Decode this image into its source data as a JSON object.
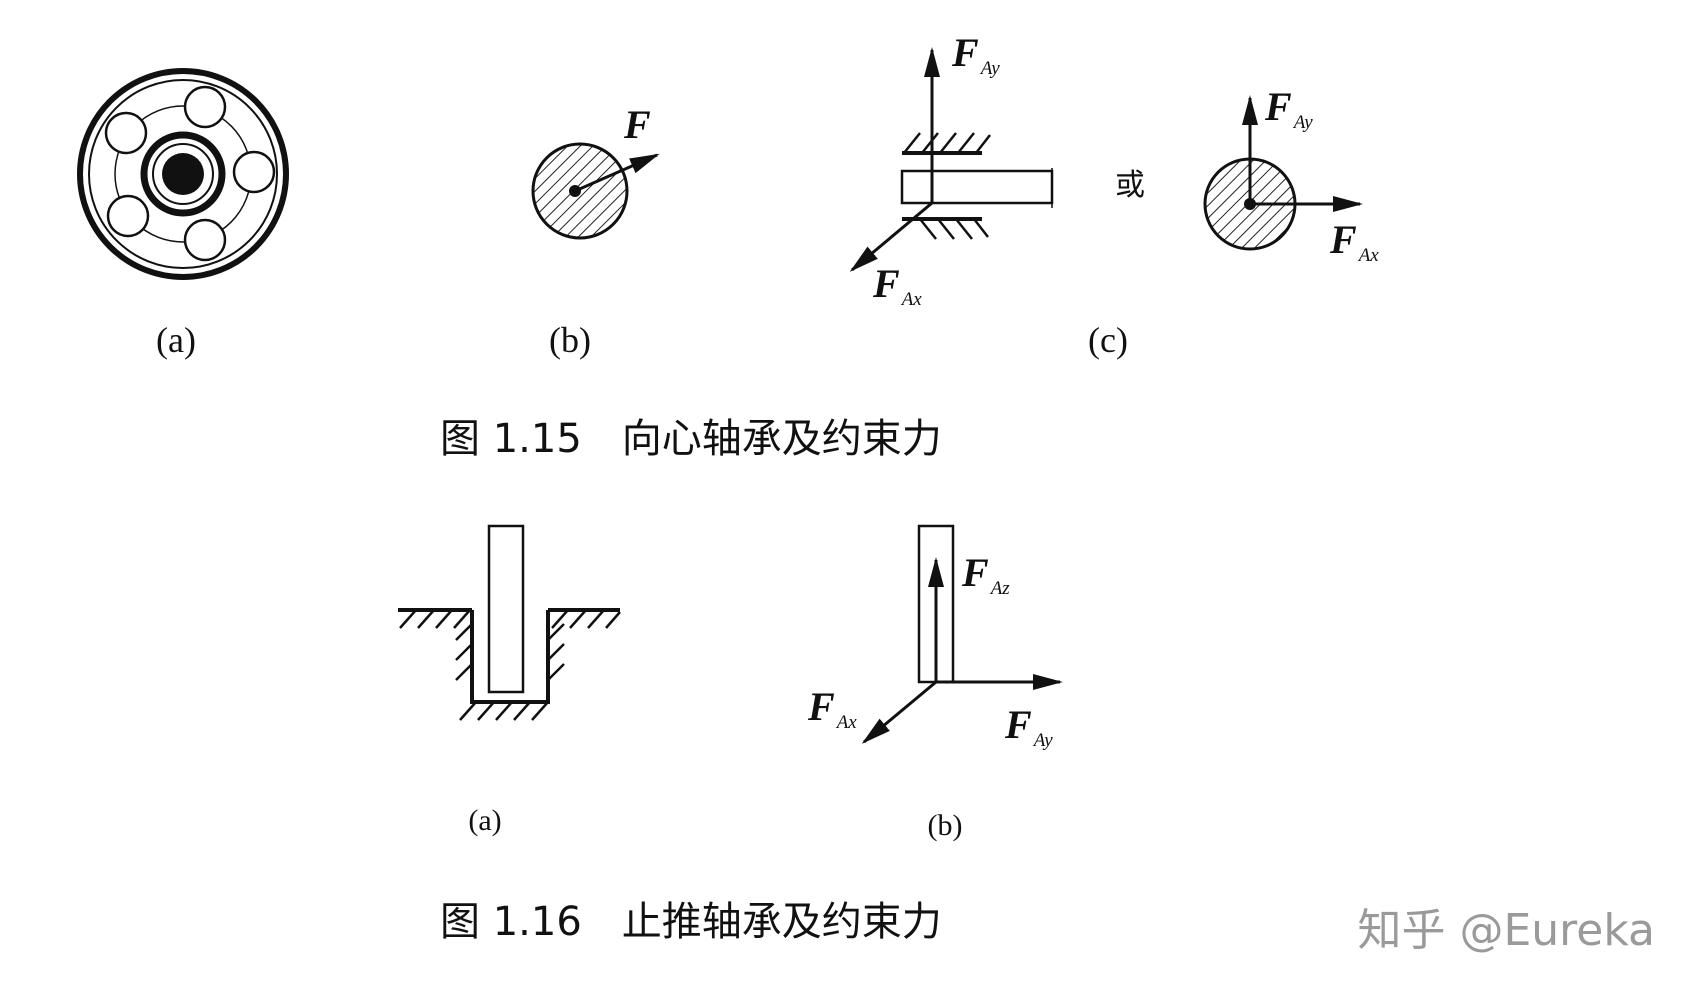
{
  "figure_1_15": {
    "caption": "图 1.15　向心轴承及约束力",
    "panel_a": "(a)",
    "panel_b": "(b)",
    "panel_c": "(c)",
    "or_text": "或",
    "b_force": {
      "F": "F"
    },
    "c_left": {
      "FAy": {
        "F": "F",
        "sub": "Ay"
      },
      "FAx": {
        "F": "F",
        "sub": "Ax"
      }
    },
    "c_right": {
      "FAy": {
        "F": "F",
        "sub": "Ay"
      },
      "FAx": {
        "F": "F",
        "sub": "Ax"
      }
    }
  },
  "figure_1_16": {
    "caption": "图 1.16　止推轴承及约束力",
    "panel_a": "(a)",
    "panel_b": "(b)",
    "FAz": {
      "F": "F",
      "sub": "Az"
    },
    "FAx": {
      "F": "F",
      "sub": "Ax"
    },
    "FAy": {
      "F": "F",
      "sub": "Ay"
    }
  },
  "watermark": "知乎 @Eureka",
  "colors": {
    "ink": "#111111",
    "watermark": "#9a9a9a",
    "background": "#ffffff"
  }
}
